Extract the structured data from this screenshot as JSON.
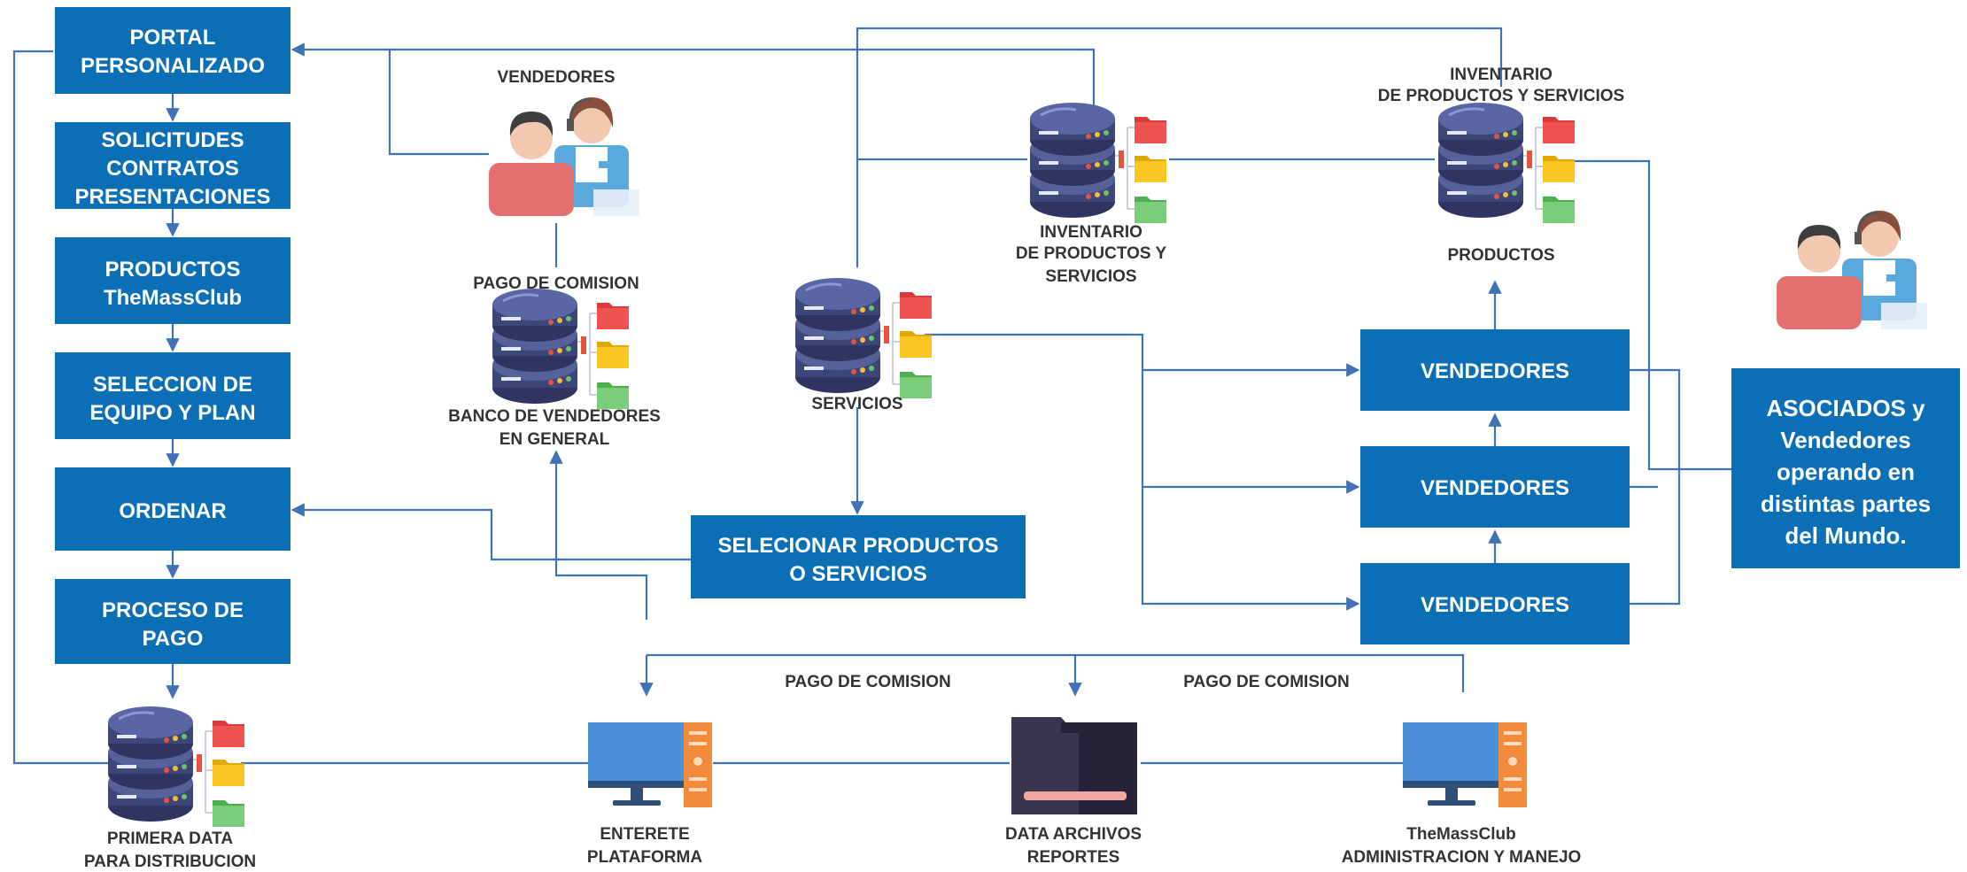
{
  "colors": {
    "box": "#0a6fb5",
    "line": "#3f72b6",
    "label": "#333333"
  },
  "flow_boxes": {
    "portal": [
      "PORTAL",
      "PERSONALIZADO"
    ],
    "solicitudes": [
      "SOLICITUDES",
      "CONTRATOS",
      "PRESENTACIONES"
    ],
    "productos": [
      "PRODUCTOS",
      "TheMassClub"
    ],
    "seleccion": [
      "SELECCION DE",
      "EQUIPO Y PLAN"
    ],
    "ordenar": [
      "ORDENAR"
    ],
    "proceso_pago": [
      "PROCESO DE",
      "PAGO"
    ]
  },
  "selecionar": [
    "SELECIONAR PRODUCTOS",
    "O SERVICIOS"
  ],
  "vendedores_boxes": [
    "VENDEDORES",
    "VENDEDORES",
    "VENDEDORES"
  ],
  "asociados": [
    "ASOCIADOS y",
    "Vendedores",
    "operando en",
    "distintas partes",
    "del Mundo."
  ],
  "labels": {
    "vendedores_top": "VENDEDORES",
    "pago_comision_mid": "PAGO DE COMISION",
    "banco": [
      "BANCO DE VENDEDORES",
      "EN GENERAL"
    ],
    "servicios": "SERVICIOS",
    "inventario_mid": [
      "INVENTARIO",
      "DE PRODUCTOS Y",
      "SERVICIOS"
    ],
    "inventario_top": [
      "INVENTARIO",
      "DE PRODUCTOS Y  SERVICIOS"
    ],
    "productos": "PRODUCTOS",
    "pago_comision_left": "PAGO DE COMISION",
    "pago_comision_right": "PAGO DE COMISION",
    "primera_data": [
      "PRIMERA DATA",
      "PARA DISTRIBUCION"
    ],
    "enterete": [
      "ENTERETE",
      "PLATAFORMA"
    ],
    "data_archivos": [
      "DATA ARCHIVOS",
      "REPORTES"
    ],
    "themassclub_admin": [
      "TheMassClub",
      "ADMINISTRACION Y MANEJO"
    ]
  },
  "icons": {
    "database_icons": [
      "database-folders-icon"
    ],
    "people_icons": [
      "people-support-icon"
    ],
    "computer_icons": [
      "computer-server-icon"
    ],
    "folder_icon": "file-folder-icon"
  }
}
